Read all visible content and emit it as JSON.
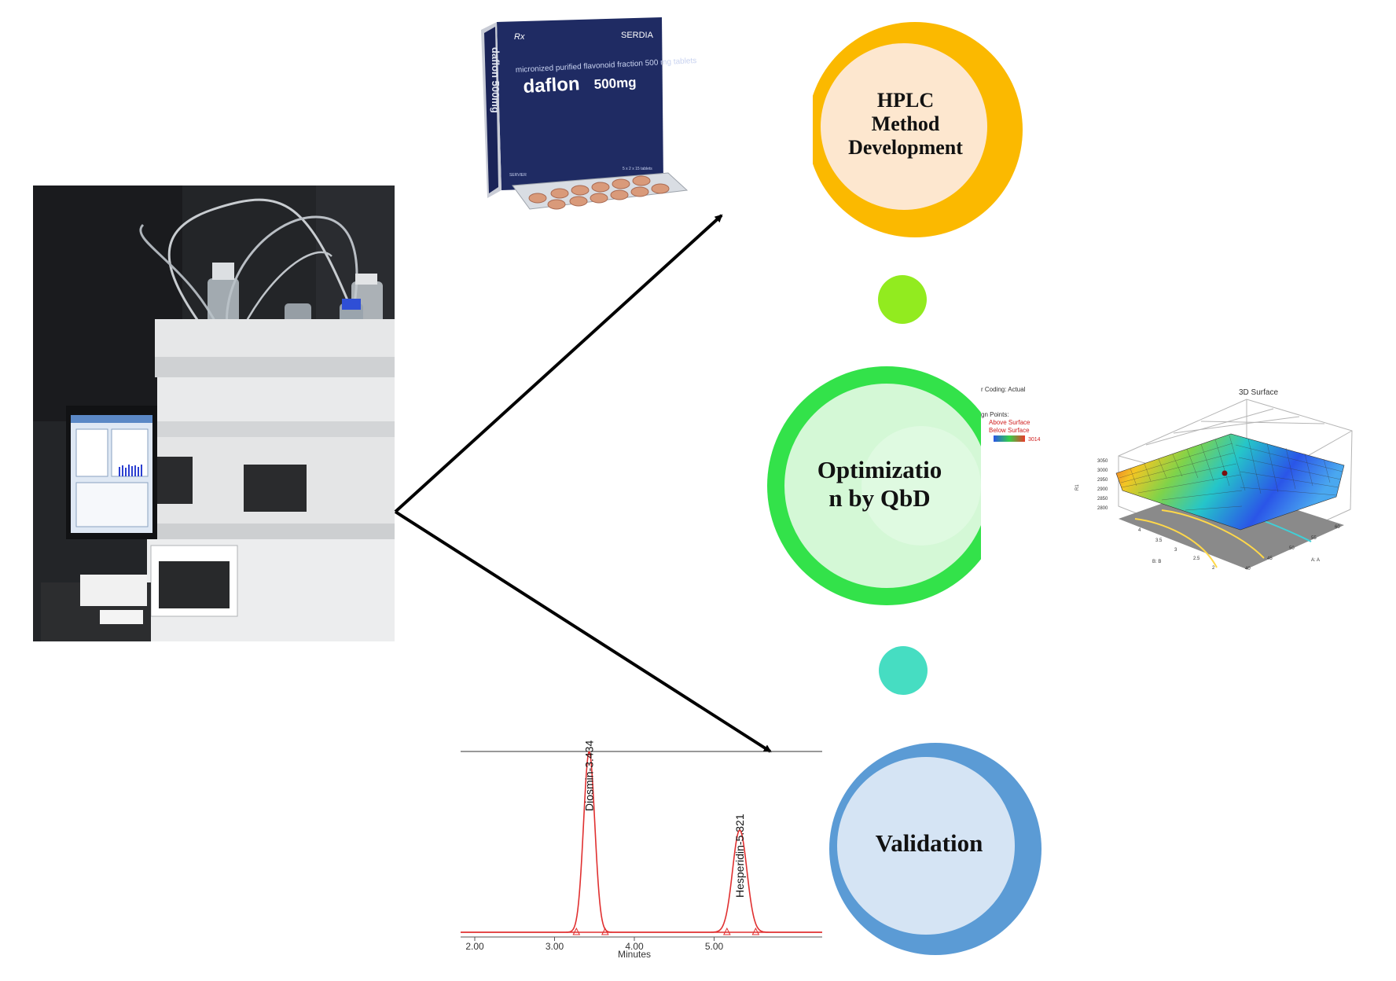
{
  "stages": [
    {
      "label": "HPLC\nMethod\nDevelopment",
      "ring_color": "#FBB900",
      "inner_color": "#FDE7CF"
    },
    {
      "label": "Optimizatio\nn by QbD",
      "ring_color": "#33E24A",
      "inner_color": "#D4F8D6"
    },
    {
      "label": "Validation",
      "ring_color": "#5B9BD5",
      "inner_color": "#D5E4F4"
    }
  ],
  "connector_dots": [
    {
      "color": "#92EB1F"
    },
    {
      "color": "#46DDC2"
    }
  ],
  "daflon_box": {
    "brand": "SERDIA",
    "rx": "Rx",
    "description": "micronized purified flavonoid fraction 500 mg tablets",
    "product": "daflon",
    "strength": "500mg",
    "spine_text": "daflon 500mg",
    "pack_note": "5 x 2 x 15 tablets",
    "maker": "SERVIER"
  },
  "surface_plot": {
    "title": "3D Surface",
    "coding": "r Coding: Actual",
    "design_points": "gn Points:",
    "above": "Above Surface",
    "below": "Below Surface",
    "scale_value": "3014",
    "y_axis": "R1",
    "z_ticks": [
      "3050",
      "3000",
      "2950",
      "2900",
      "2850",
      "2800"
    ],
    "a_ticks": [
      "40",
      "45",
      "50",
      "55",
      "60"
    ],
    "b_ticks": [
      "2",
      "2.5",
      "3",
      "3.5",
      "4"
    ],
    "a_label": "A: A",
    "b_label": "B: B"
  },
  "chromatogram": {
    "peaks": [
      {
        "label": "Diosmin-3.434",
        "rt": 3.434
      },
      {
        "label": "Hesperidin-5.321",
        "rt": 5.321
      }
    ],
    "ticks": [
      "2.00",
      "3.00",
      "4.00",
      "5.00"
    ],
    "x_label": "Minutes",
    "line_color": "#E03030"
  }
}
